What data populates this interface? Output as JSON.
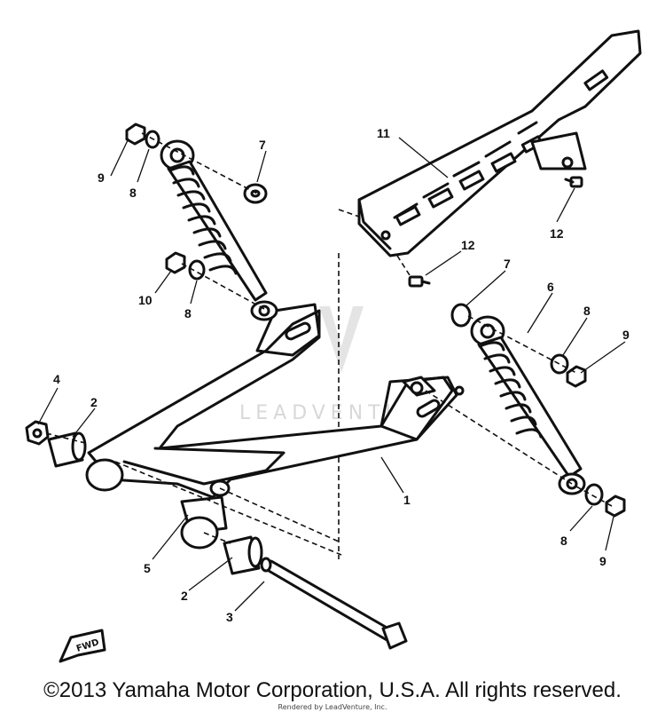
{
  "watermark": "LEADVENTURE",
  "fwd_label": "FWD",
  "copyright": "©2013 Yamaha Motor Corporation, U.S.A. All rights reserved.",
  "rendered_by": "Rendered by LeadVenture, Inc.",
  "callouts": [
    "1",
    "2",
    "2",
    "3",
    "4",
    "5",
    "6",
    "7",
    "7",
    "8",
    "8",
    "8",
    "8",
    "9",
    "9",
    "9",
    "10",
    "11",
    "12",
    "12"
  ]
}
